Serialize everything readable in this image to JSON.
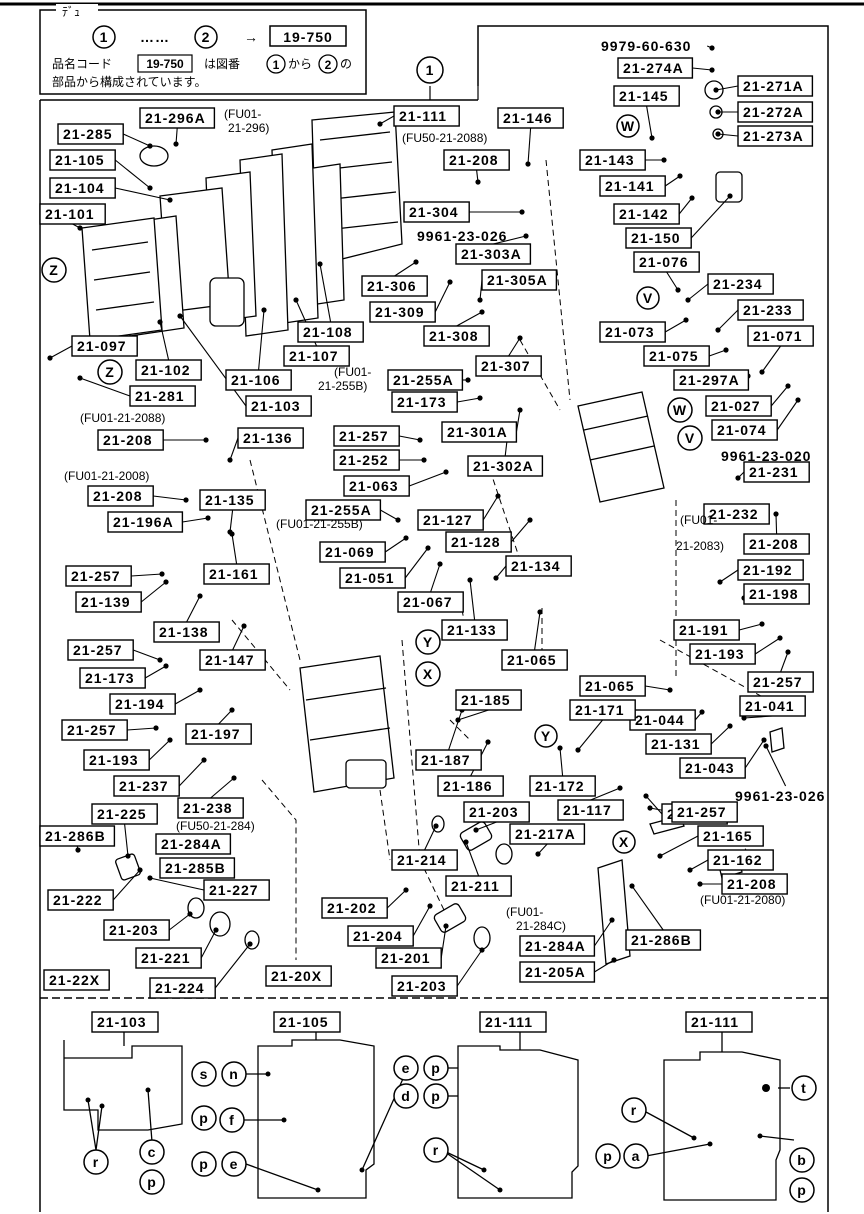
{
  "note": {
    "header": "ﾃﾞｭ",
    "circle_1": "1",
    "circle_2": "2",
    "dots": "……",
    "arrow": "→",
    "code": "19-750",
    "line1_pre": "品名コード",
    "line1_post": "は図番",
    "line1_from": "から",
    "line1_of": "の",
    "line2": "部品から構成されています。"
  },
  "part_labels": [
    {
      "id": "p1",
      "text": "9979-60-630",
      "boxed": false
    },
    {
      "id": "p2",
      "text": "21-274A",
      "boxed": true
    },
    {
      "id": "p3",
      "text": "21-271A",
      "boxed": true
    },
    {
      "id": "p4",
      "text": "21-145",
      "boxed": true
    },
    {
      "id": "p5",
      "text": "21-272A",
      "boxed": true
    },
    {
      "id": "p6",
      "text": "21-273A",
      "boxed": true
    },
    {
      "id": "p7",
      "text": "21-143",
      "boxed": true
    },
    {
      "id": "p8",
      "text": "21-141",
      "boxed": true
    },
    {
      "id": "p9",
      "text": "21-142",
      "boxed": true
    },
    {
      "id": "p10",
      "text": "21-150",
      "boxed": true
    },
    {
      "id": "p11",
      "text": "21-076",
      "boxed": true
    },
    {
      "id": "p12",
      "text": "21-234",
      "boxed": true
    },
    {
      "id": "p13",
      "text": "21-233",
      "boxed": true
    },
    {
      "id": "p14",
      "text": "21-073",
      "boxed": true
    },
    {
      "id": "p15",
      "text": "21-071",
      "boxed": true
    },
    {
      "id": "p16",
      "text": "21-075",
      "boxed": true
    },
    {
      "id": "p17",
      "text": "21-297A",
      "boxed": true
    },
    {
      "id": "p18",
      "text": "21-027",
      "boxed": true
    },
    {
      "id": "p19",
      "text": "21-074",
      "boxed": true
    },
    {
      "id": "p20",
      "text": "9961-23-020",
      "boxed": false
    },
    {
      "id": "p21",
      "text": "21-231",
      "boxed": true
    },
    {
      "id": "p22",
      "text": "21-232",
      "boxed": true
    },
    {
      "id": "p23",
      "text": "21-208",
      "boxed": true
    },
    {
      "id": "p24",
      "text": "21-192",
      "boxed": true
    },
    {
      "id": "p25",
      "text": "21-198",
      "boxed": true
    },
    {
      "id": "p26",
      "text": "21-191",
      "boxed": true
    },
    {
      "id": "p27",
      "text": "21-193",
      "boxed": true
    },
    {
      "id": "p28",
      "text": "21-257",
      "boxed": true
    },
    {
      "id": "p29",
      "text": "21-065",
      "boxed": true
    },
    {
      "id": "p30",
      "text": "21-041",
      "boxed": true
    },
    {
      "id": "p31",
      "text": "21-044",
      "boxed": true
    },
    {
      "id": "p32",
      "text": "21-131",
      "boxed": true
    },
    {
      "id": "p33",
      "text": "21-043",
      "boxed": true
    },
    {
      "id": "p34",
      "text": "9961-23-026",
      "boxed": false
    },
    {
      "id": "p35",
      "text": "21-257",
      "boxed": true
    },
    {
      "id": "p36",
      "text": "21-165",
      "boxed": true
    },
    {
      "id": "p37",
      "text": "21-162",
      "boxed": true
    },
    {
      "id": "p38",
      "text": "21-208",
      "boxed": true
    },
    {
      "id": "p39",
      "text": "21-286B",
      "boxed": true
    },
    {
      "id": "p40",
      "text": "21-284A",
      "boxed": true
    },
    {
      "id": "p41",
      "text": "21-205A",
      "boxed": true
    },
    {
      "id": "p42",
      "text": "21-111",
      "boxed": true
    },
    {
      "id": "p43",
      "text": "21-146",
      "boxed": true
    },
    {
      "id": "p44",
      "text": "21-208",
      "boxed": true
    },
    {
      "id": "p45",
      "text": "21-304",
      "boxed": true
    },
    {
      "id": "p46",
      "text": "9961-23-026",
      "boxed": false
    },
    {
      "id": "p47",
      "text": "21-303A",
      "boxed": true
    },
    {
      "id": "p48",
      "text": "21-306",
      "boxed": true
    },
    {
      "id": "p49",
      "text": "21-305A",
      "boxed": true
    },
    {
      "id": "p50",
      "text": "21-309",
      "boxed": true
    },
    {
      "id": "p51",
      "text": "21-308",
      "boxed": true
    },
    {
      "id": "p52",
      "text": "21-307",
      "boxed": true
    },
    {
      "id": "p53",
      "text": "21-255A",
      "boxed": true
    },
    {
      "id": "p54",
      "text": "21-173",
      "boxed": true
    },
    {
      "id": "p55",
      "text": "21-301A",
      "boxed": true
    },
    {
      "id": "p56",
      "text": "21-257",
      "boxed": true
    },
    {
      "id": "p57",
      "text": "21-252",
      "boxed": true
    },
    {
      "id": "p58",
      "text": "21-302A",
      "boxed": true
    },
    {
      "id": "p59",
      "text": "21-063",
      "boxed": true
    },
    {
      "id": "p60",
      "text": "21-255A",
      "boxed": true
    },
    {
      "id": "p61",
      "text": "21-127",
      "boxed": true
    },
    {
      "id": "p62",
      "text": "21-128",
      "boxed": true
    },
    {
      "id": "p63",
      "text": "21-069",
      "boxed": true
    },
    {
      "id": "p64",
      "text": "21-134",
      "boxed": true
    },
    {
      "id": "p65",
      "text": "21-051",
      "boxed": true
    },
    {
      "id": "p66",
      "text": "21-067",
      "boxed": true
    },
    {
      "id": "p67",
      "text": "21-133",
      "boxed": true
    },
    {
      "id": "p68",
      "text": "21-065",
      "boxed": true
    },
    {
      "id": "p69",
      "text": "21-296A",
      "boxed": true
    },
    {
      "id": "p70",
      "text": "21-285",
      "boxed": true
    },
    {
      "id": "p71",
      "text": "21-105",
      "boxed": true
    },
    {
      "id": "p72",
      "text": "21-104",
      "boxed": true
    },
    {
      "id": "p73",
      "text": "21-101",
      "boxed": true
    },
    {
      "id": "p74",
      "text": "21-108",
      "boxed": true
    },
    {
      "id": "p75",
      "text": "21-107",
      "boxed": true
    },
    {
      "id": "p76",
      "text": "21-097",
      "boxed": true
    },
    {
      "id": "p77",
      "text": "21-102",
      "boxed": true
    },
    {
      "id": "p78",
      "text": "21-106",
      "boxed": true
    },
    {
      "id": "p79",
      "text": "21-281",
      "boxed": true
    },
    {
      "id": "p80",
      "text": "21-103",
      "boxed": true
    },
    {
      "id": "p81",
      "text": "21-208",
      "boxed": true
    },
    {
      "id": "p82",
      "text": "21-136",
      "boxed": true
    },
    {
      "id": "p83",
      "text": "21-208",
      "boxed": true
    },
    {
      "id": "p84",
      "text": "21-135",
      "boxed": true
    },
    {
      "id": "p85",
      "text": "21-196A",
      "boxed": true
    },
    {
      "id": "p86",
      "text": "21-161",
      "boxed": true
    },
    {
      "id": "p87",
      "text": "21-257",
      "boxed": true
    },
    {
      "id": "p88",
      "text": "21-139",
      "boxed": true
    },
    {
      "id": "p89",
      "text": "21-138",
      "boxed": true
    },
    {
      "id": "p90",
      "text": "21-257",
      "boxed": true
    },
    {
      "id": "p91",
      "text": "21-147",
      "boxed": true
    },
    {
      "id": "p92",
      "text": "21-173",
      "boxed": true
    },
    {
      "id": "p93",
      "text": "21-194",
      "boxed": true
    },
    {
      "id": "p94",
      "text": "21-257",
      "boxed": true
    },
    {
      "id": "p95",
      "text": "21-197",
      "boxed": true
    },
    {
      "id": "p96",
      "text": "21-193",
      "boxed": true
    },
    {
      "id": "p97",
      "text": "21-237",
      "boxed": true
    },
    {
      "id": "p98",
      "text": "21-225",
      "boxed": true
    },
    {
      "id": "p99",
      "text": "21-238",
      "boxed": true
    },
    {
      "id": "p100",
      "text": "21-286B",
      "boxed": true
    },
    {
      "id": "p101",
      "text": "21-284A",
      "boxed": true
    },
    {
      "id": "p102",
      "text": "21-285B",
      "boxed": true
    },
    {
      "id": "p103",
      "text": "21-222",
      "boxed": true
    },
    {
      "id": "p104",
      "text": "21-227",
      "boxed": true
    },
    {
      "id": "p105",
      "text": "21-203",
      "boxed": true
    },
    {
      "id": "p106",
      "text": "21-221",
      "boxed": true
    },
    {
      "id": "p107",
      "text": "21-22X",
      "boxed": true
    },
    {
      "id": "p108",
      "text": "21-224",
      "boxed": true
    },
    {
      "id": "p109",
      "text": "21-185",
      "boxed": true
    },
    {
      "id": "p110",
      "text": "21-171",
      "boxed": true
    },
    {
      "id": "p111",
      "text": "21-187",
      "boxed": true
    },
    {
      "id": "p112",
      "text": "21-186",
      "boxed": true
    },
    {
      "id": "p113",
      "text": "21-172",
      "boxed": true
    },
    {
      "id": "p114",
      "text": "21-203",
      "boxed": true
    },
    {
      "id": "p115",
      "text": "21-117",
      "boxed": true
    },
    {
      "id": "p116",
      "text": "21-257",
      "boxed": true
    },
    {
      "id": "p117",
      "text": "21-217A",
      "boxed": true
    },
    {
      "id": "p118",
      "text": "21-214",
      "boxed": true
    },
    {
      "id": "p119",
      "text": "21-211",
      "boxed": true
    },
    {
      "id": "p120",
      "text": "21-202",
      "boxed": true
    },
    {
      "id": "p121",
      "text": "21-204",
      "boxed": true
    },
    {
      "id": "p122",
      "text": "21-201",
      "boxed": true
    },
    {
      "id": "p123",
      "text": "21-20X",
      "boxed": true
    },
    {
      "id": "p124",
      "text": "21-203",
      "boxed": true
    }
  ],
  "ref_notes": [
    {
      "id": "r1",
      "text": "(FU01-"
    },
    {
      "id": "r2",
      "text": "21-296)"
    },
    {
      "id": "r3",
      "text": "(FU50-21-2088)"
    },
    {
      "id": "r4",
      "text": "(FU01-"
    },
    {
      "id": "r5",
      "text": "21-255B)"
    },
    {
      "id": "r6",
      "text": "(FU01-21-2088)"
    },
    {
      "id": "r7",
      "text": "(FU01-21-2008)"
    },
    {
      "id": "r8",
      "text": "(FU01-21-255B)"
    },
    {
      "id": "r9",
      "text": "(FU01-"
    },
    {
      "id": "r10",
      "text": "21-2083)"
    },
    {
      "id": "r11",
      "text": "(FU50-21-284)"
    },
    {
      "id": "r12",
      "text": "(FU01-21-2080)"
    },
    {
      "id": "r13",
      "text": "(FU01-"
    },
    {
      "id": "r14",
      "text": "21-284C)"
    }
  ],
  "circle_markers": [
    {
      "id": "c1",
      "text": "1"
    },
    {
      "id": "c2",
      "text": "W"
    },
    {
      "id": "c3",
      "text": "V"
    },
    {
      "id": "c4",
      "text": "W"
    },
    {
      "id": "c5",
      "text": "V"
    },
    {
      "id": "c6",
      "text": "Z"
    },
    {
      "id": "c7",
      "text": "Z"
    },
    {
      "id": "c8",
      "text": "Y"
    },
    {
      "id": "c9",
      "text": "X"
    },
    {
      "id": "c10",
      "text": "Y"
    },
    {
      "id": "c11",
      "text": "X"
    }
  ],
  "details": {
    "headers": [
      "21-103",
      "21-105",
      "21-111",
      "21-111"
    ],
    "letters": [
      {
        "id": "d1",
        "text": "r"
      },
      {
        "id": "d2",
        "text": "c"
      },
      {
        "id": "d3",
        "text": "p"
      },
      {
        "id": "d4",
        "text": "s"
      },
      {
        "id": "d5",
        "text": "n"
      },
      {
        "id": "d6",
        "text": "p"
      },
      {
        "id": "d7",
        "text": "f"
      },
      {
        "id": "d8",
        "text": "p"
      },
      {
        "id": "d9",
        "text": "e"
      },
      {
        "id": "d10",
        "text": "e"
      },
      {
        "id": "d11",
        "text": "p"
      },
      {
        "id": "d12",
        "text": "d"
      },
      {
        "id": "d13",
        "text": "p"
      },
      {
        "id": "d14",
        "text": "r"
      },
      {
        "id": "d15",
        "text": "t"
      },
      {
        "id": "d16",
        "text": "r"
      },
      {
        "id": "d17",
        "text": "p"
      },
      {
        "id": "d18",
        "text": "a"
      },
      {
        "id": "d19",
        "text": "b"
      },
      {
        "id": "d20",
        "text": "p"
      }
    ]
  }
}
